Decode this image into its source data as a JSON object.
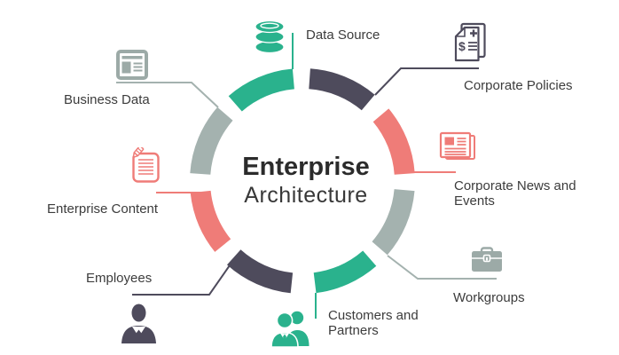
{
  "title": {
    "line1": "Enterprise",
    "line2": "Architecture"
  },
  "colors": {
    "teal": "#2ab28d",
    "dark_slate": "#4e4b5c",
    "salmon_red": "#ef7c78",
    "gray_green": "#a4b2af",
    "icon_gray": "#9caaa7",
    "label_text": "#3c3c3c",
    "title_text": "#2b2b2b"
  },
  "items": [
    {
      "id": "data-source",
      "label": "Data Source",
      "icon": "database-icon",
      "color": "#2ab28d"
    },
    {
      "id": "corporate-policies",
      "label": "Corporate Policies",
      "icon": "policy-document-icon",
      "color": "#4e4b5c"
    },
    {
      "id": "corporate-news-and-events",
      "label": "Corporate News and Events",
      "icon": "newspaper-icon",
      "color": "#ef7c78"
    },
    {
      "id": "workgroups",
      "label": "Workgroups",
      "icon": "briefcase-icon",
      "color": "#a4b2af"
    },
    {
      "id": "customers-and-partners",
      "label": "Customers and Partners",
      "icon": "people-icon",
      "color": "#2ab28d"
    },
    {
      "id": "employees",
      "label": "Employees",
      "icon": "person-icon",
      "color": "#4e4b5c"
    },
    {
      "id": "enterprise-content",
      "label": "Enterprise Content",
      "icon": "notepad-icon",
      "color": "#ef7c78"
    },
    {
      "id": "business-data",
      "label": "Business Data",
      "icon": "browser-icon",
      "color": "#a4b2af"
    }
  ]
}
